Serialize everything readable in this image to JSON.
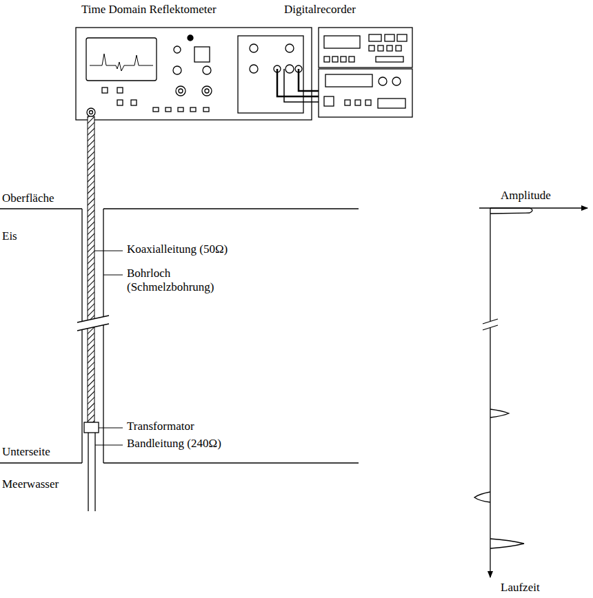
{
  "diagram": {
    "labels": [
      "Time Domain Reflektometer",
      "Digitalrecorder",
      "Amplitude",
      "Oberfläche",
      "Eis",
      "Koaxialleitung (50Ω)",
      "Bohrloch (Schmelzbohrung)",
      "Transformator",
      "Bandleitung (240Ω)",
      "Unterseite",
      "Meerwasser",
      "Laufzeit"
    ]
  }
}
